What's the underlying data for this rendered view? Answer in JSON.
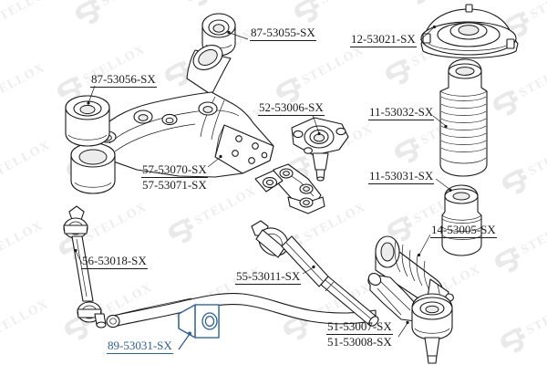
{
  "diagram": {
    "title": "Stellox front suspension and steering exploded parts diagram",
    "brand": "STELLOX",
    "watermark_text": "STELLOX",
    "colors": {
      "line": "#1a1a1a",
      "fill": "#ffffff",
      "shade": "#e8e8e8",
      "highlight": "#2e6094",
      "watermark": "#eeeeee",
      "background": "#ffffff"
    },
    "highlighted_part": "89-53031-SX"
  },
  "labels": [
    {
      "id": "l-87-53055",
      "lines": [
        "87-53055-SX"
      ],
      "highlight": false
    },
    {
      "id": "l-12-53021",
      "lines": [
        "12-53021-SX"
      ],
      "highlight": false
    },
    {
      "id": "l-87-53056",
      "lines": [
        "87-53056-SX"
      ],
      "highlight": false
    },
    {
      "id": "l-52-53006",
      "lines": [
        "52-53006-SX"
      ],
      "highlight": false
    },
    {
      "id": "l-11-53032",
      "lines": [
        "11-53032-SX"
      ],
      "highlight": false
    },
    {
      "id": "l-57-5307",
      "lines": [
        "57-53070-SX",
        "57-53071-SX"
      ],
      "highlight": false
    },
    {
      "id": "l-11-53031",
      "lines": [
        "11-53031-SX"
      ],
      "highlight": false
    },
    {
      "id": "l-14-53005",
      "lines": [
        "14-53005-SX"
      ],
      "highlight": false
    },
    {
      "id": "l-56-53018",
      "lines": [
        "56-53018-SX"
      ],
      "highlight": false
    },
    {
      "id": "l-55-53011",
      "lines": [
        "55-53011-SX"
      ],
      "highlight": false
    },
    {
      "id": "l-51-5300",
      "lines": [
        "51-53007-SX",
        "51-53008-SX"
      ],
      "highlight": false
    },
    {
      "id": "l-89-53031",
      "lines": [
        "89-53031-SX"
      ],
      "highlight": true
    }
  ],
  "parts": [
    {
      "number": "87-53055-SX",
      "name": "control-arm-rear-bush-upper"
    },
    {
      "number": "87-53056-SX",
      "name": "control-arm-front-bush"
    },
    {
      "number": "12-53021-SX",
      "name": "strut-mount"
    },
    {
      "number": "11-53032-SX",
      "name": "strut-dust-boot"
    },
    {
      "number": "11-53031-SX",
      "name": "strut-bump-stop"
    },
    {
      "number": "52-53006-SX",
      "name": "ball-joint"
    },
    {
      "number": "57-53070-SX",
      "name": "control-arm-left"
    },
    {
      "number": "57-53071-SX",
      "name": "control-arm-right"
    },
    {
      "number": "56-53018-SX",
      "name": "stabilizer-link"
    },
    {
      "number": "55-53011-SX",
      "name": "inner-tie-rod"
    },
    {
      "number": "14-53005-SX",
      "name": "steering-rack-boot"
    },
    {
      "number": "51-53007-SX",
      "name": "outer-tie-rod-end-left"
    },
    {
      "number": "51-53008-SX",
      "name": "outer-tie-rod-end-right"
    },
    {
      "number": "89-53031-SX",
      "name": "stabilizer-bar-bushing"
    }
  ]
}
